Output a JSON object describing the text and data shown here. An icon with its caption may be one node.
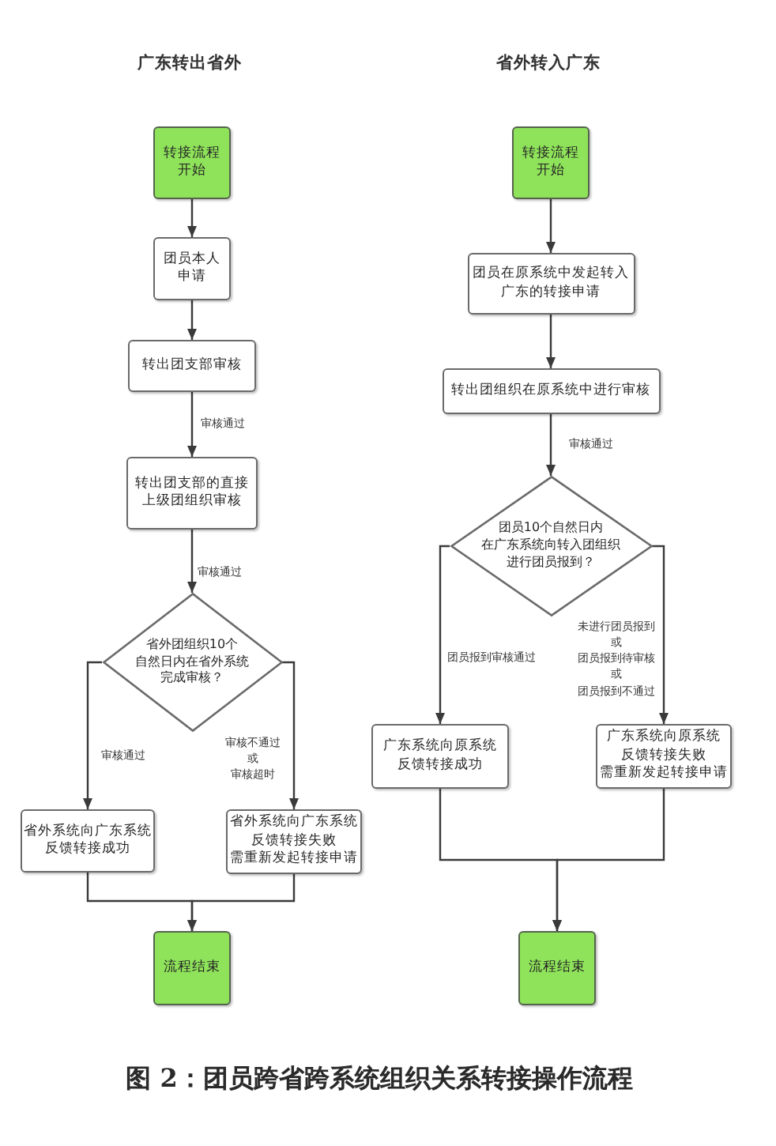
{
  "diagram": {
    "caption": "图 2：团员跨省跨系统组织关系转接操作流程",
    "nodes": [
      {
        "text": [
          "转接流程开始"
        ]
      },
      {
        "text": [
          "团员本人申请"
        ]
      },
      {
        "text": [
          "转出团支部审核"
        ]
      },
      {
        "text": [
          "转出团支部的直接上级团组织审核"
        ]
      },
      {
        "text": [
          "省外团组织10个自然日内在省外系统完成审核？"
        ]
      },
      {
        "text": [
          "省外系统向广东系统反馈转接成功"
        ]
      },
      {
        "text": [
          "省外系统向广东系统反馈转接失败需重新发起转接申请"
        ]
      },
      {
        "text": [
          "流程结束"
        ]
      },
      {
        "text": [
          "转接流程开始"
        ]
      },
      {
        "text": [
          "团员在原系统中发起转入广东的转接申请"
        ]
      },
      {
        "text": [
          "转出团组织在原系统中进行审核"
        ]
      },
      {
        "text": [
          "团员10个自然日内在广东系统向转入团组织进行团员报到？"
        ]
      },
      {
        "text": [
          "广东系统向原系统反馈转接成功"
        ]
      },
      {
        "text": [
          "广东系统向原系统反馈转接失败需重新发起转接申请"
        ]
      },
      {
        "text": [
          "流程结束"
        ]
      }
    ],
    "edges": [
      {
        "from": 0,
        "to": 1,
        "arrow": "to"
      },
      {
        "from": 1,
        "to": 2,
        "arrow": "to"
      },
      {
        "from": 2,
        "to": 3,
        "arrow": "to",
        "label": "审核通过"
      },
      {
        "from": 3,
        "to": 4,
        "arrow": "to",
        "label": "审核通过"
      },
      {
        "from": 4,
        "to": 5,
        "arrow": "to",
        "label": "审核通过"
      },
      {
        "from": 4,
        "to": 6,
        "arrow": "to",
        "label": "审核不通过或审核超时"
      },
      {
        "from": 5,
        "to": 7,
        "arrow": "to"
      },
      {
        "from": 6,
        "to": 7,
        "arrow": "to"
      },
      {
        "from": 8,
        "to": 9,
        "arrow": "to"
      },
      {
        "from": 9,
        "to": 10,
        "arrow": "to"
      },
      {
        "from": 10,
        "to": 11,
        "arrow": "to",
        "label": "审核通过"
      },
      {
        "from": 11,
        "to": 12,
        "arrow": "to",
        "label": "团员报到审核通过"
      },
      {
        "from": 11,
        "to": 13,
        "arrow": "to",
        "label": "未进行团员报到或团员报到待审核或团员报到不通过"
      },
      {
        "from": 12,
        "to": 14,
        "arrow": "to"
      },
      {
        "from": 13,
        "to": 14,
        "arrow": "to"
      }
    ],
    "labels": [
      "广东转出省外",
      "省外转入广东"
    ]
  }
}
